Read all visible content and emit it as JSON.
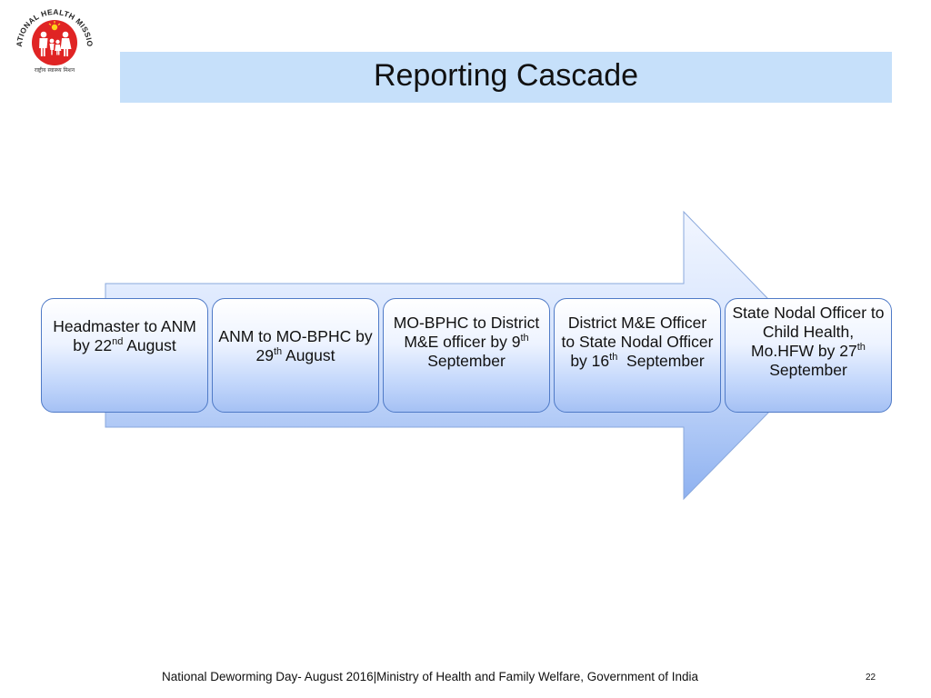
{
  "header": {
    "logo_arc_text": "NATIONAL HEALTH MISSION",
    "logo_sub_text": "राष्ट्रीय स्वास्थ्य मिशन",
    "title": "Reporting Cascade"
  },
  "cascade": [
    {
      "pre": "Headmaster to ANM by 22",
      "sup": "nd",
      "post": " August"
    },
    {
      "pre": "ANM to MO-BPHC by 29",
      "sup": "th",
      "post": " August"
    },
    {
      "pre": "MO-BPHC to District M&E officer by 9",
      "sup": "th",
      "post": " September"
    },
    {
      "pre": "District M&E Officer to State Nodal Officer by 16",
      "sup": "th",
      "post": "  September"
    },
    {
      "pre": "State Nodal Officer to Child Health, Mo.HFW by 27",
      "sup": "th",
      "post": " September"
    }
  ],
  "footer": {
    "text": "National Deworming Day- August 2016|Ministry of Health and Family Welfare, Government of India",
    "page_number": "22"
  },
  "colors": {
    "title_band": "#c6e0fa",
    "arrow_fill_light": "#e4eeff",
    "arrow_fill_dark": "#8eb1f0",
    "box_border": "#4f7ac7",
    "logo_red": "#e02424"
  }
}
